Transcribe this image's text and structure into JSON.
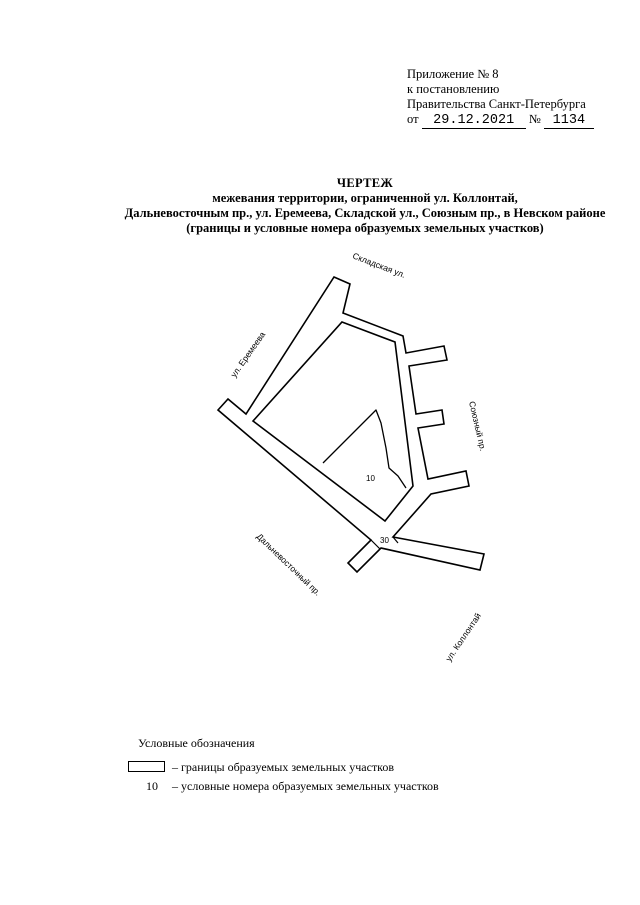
{
  "appendix": {
    "line1": "Приложение № 8",
    "line2": "к постановлению",
    "line3": "Правительства Санкт-Петербурга",
    "date_prefix": "от",
    "date": "29.12.2021",
    "number_prefix": "№",
    "number": "1134"
  },
  "title": {
    "heading": "ЧЕРТЕЖ",
    "line1": "межевания  территории, ограниченной ул. Коллонтай,",
    "line2": "Дальневосточным пр., ул. Еремеева, Складской ул., Союзным пр., в Невском районе",
    "line3": "(границы и условные номера образуемых земельных участков)"
  },
  "map": {
    "street_labels": {
      "skladskaya": "Складская ул.",
      "eremeeva": "ул. Еремеева",
      "soyuzny": "Союзный пр.",
      "dalnevostochny": "Дальневосточный пр.",
      "kollontai": "ул. Коллонтай"
    },
    "parcel_numbers": {
      "parcel_10": "10",
      "parcel_30": "30"
    }
  },
  "legend": {
    "title": "Условные обозначения",
    "boundary_text": "– границы образуемых земельных участков",
    "number_sample": "10",
    "number_text": "– условные номера образуемых земельных участков"
  }
}
